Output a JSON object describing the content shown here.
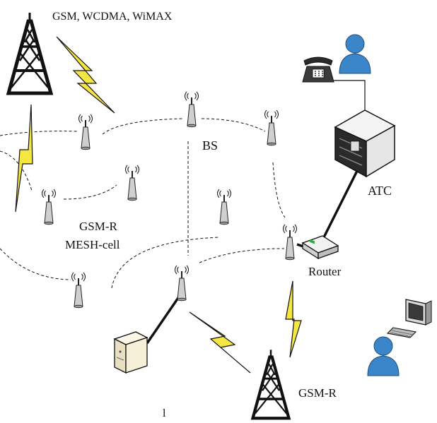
{
  "labels": {
    "top_tower": "GSM, WCDMA, WiMAX",
    "bs": "BS",
    "atc": "ATC",
    "gsm_r": "GSM-R",
    "mesh": "MESH-cell",
    "router": "Router",
    "bottom_tower": "GSM-R",
    "bottom": "l"
  },
  "colors": {
    "lightning": "#f5e642",
    "person": "#3a86c8",
    "line": "#111111"
  },
  "icons": [
    "cell-tower-icon",
    "antenna-icon",
    "lightning-icon",
    "telephone-icon",
    "person-icon",
    "server-icon",
    "router-icon",
    "computer-icon"
  ]
}
